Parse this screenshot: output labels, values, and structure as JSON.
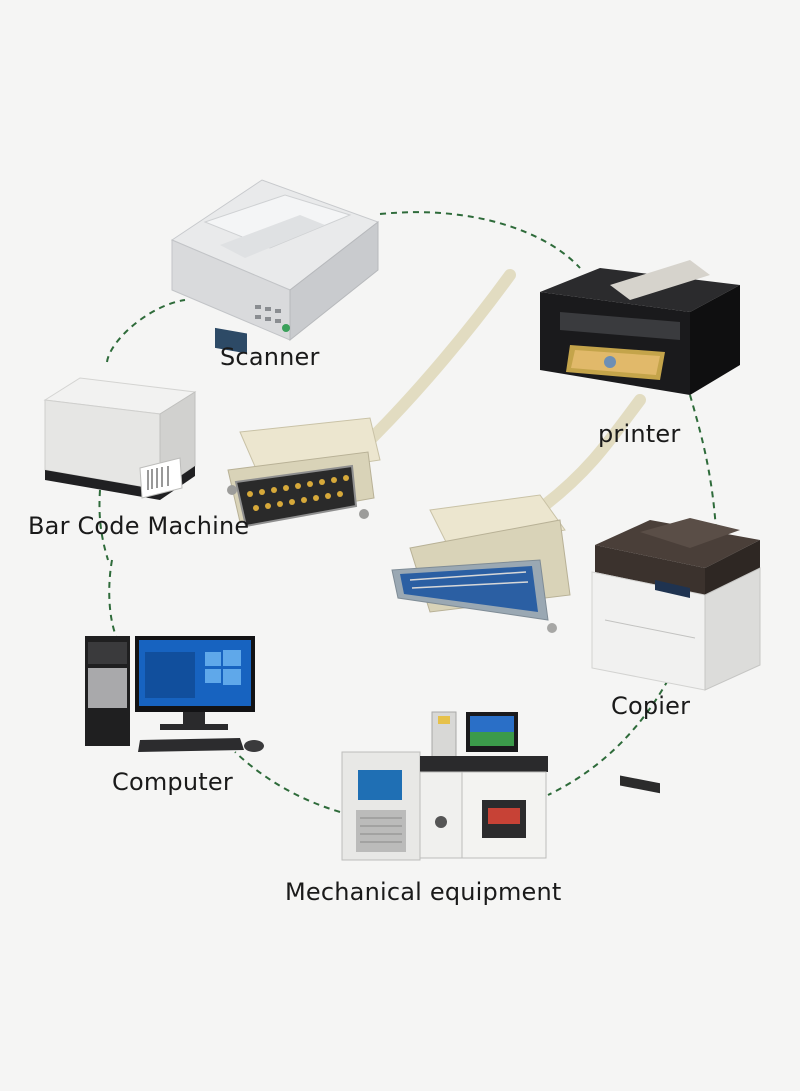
{
  "devices": {
    "scanner": {
      "label": "Scanner",
      "icon": "scanner-icon"
    },
    "printer": {
      "label": "printer",
      "icon": "printer-icon"
    },
    "bar_code_machine": {
      "label": "Bar Code Machine",
      "icon": "barcode-printer-icon"
    },
    "copier": {
      "label": "Copier",
      "icon": "copier-icon"
    },
    "computer": {
      "label": "Computer",
      "icon": "desktop-computer-icon"
    },
    "mechanical_equipment": {
      "label": "Mechanical equipment",
      "icon": "industrial-machine-icon"
    }
  },
  "cable": {
    "connector_a": "db25-male-connector-icon",
    "connector_b": "centronics-36-connector-icon"
  },
  "colors": {
    "ring": "#2e6b3a",
    "cable": "#e8e2c8",
    "background": "#f5f5f4"
  }
}
